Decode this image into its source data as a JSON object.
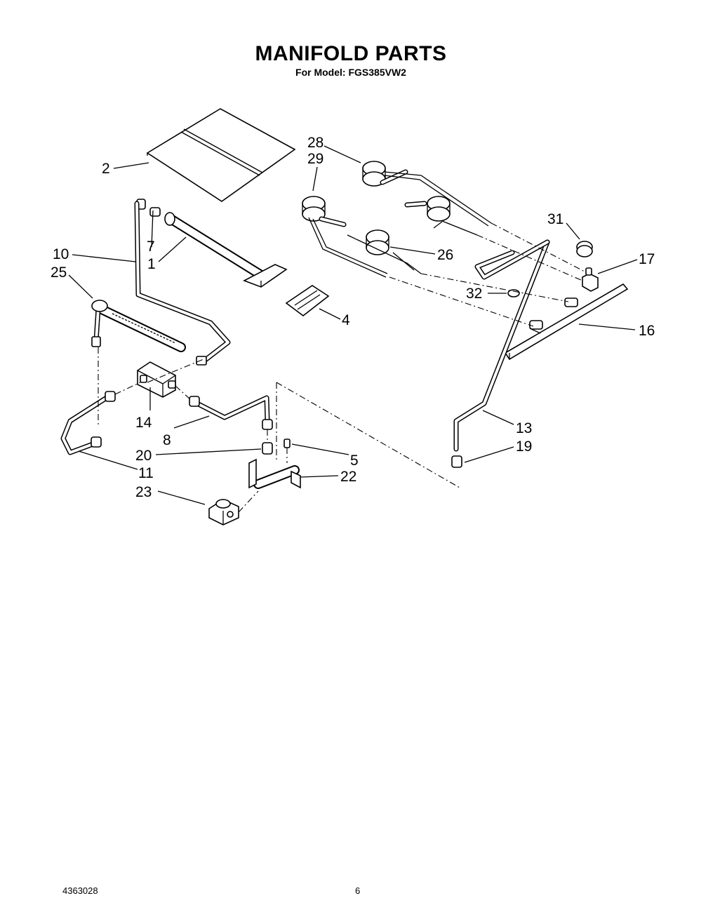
{
  "header": {
    "title": "MANIFOLD PARTS",
    "subtitle": "For Model: FGS385VW2"
  },
  "footer": {
    "doc_number": "4363028",
    "page_number": "6"
  },
  "callouts": {
    "p1": "1",
    "p2": "2",
    "p4": "4",
    "p5": "5",
    "p7": "7",
    "p8": "8",
    "p10": "10",
    "p11": "11",
    "p13": "13",
    "p14": "14",
    "p16": "16",
    "p17": "17",
    "p19": "19",
    "p20": "20",
    "p22": "22",
    "p23": "23",
    "p25": "25",
    "p26": "26",
    "p28": "28",
    "p29": "29",
    "p31": "31",
    "p32": "32"
  }
}
